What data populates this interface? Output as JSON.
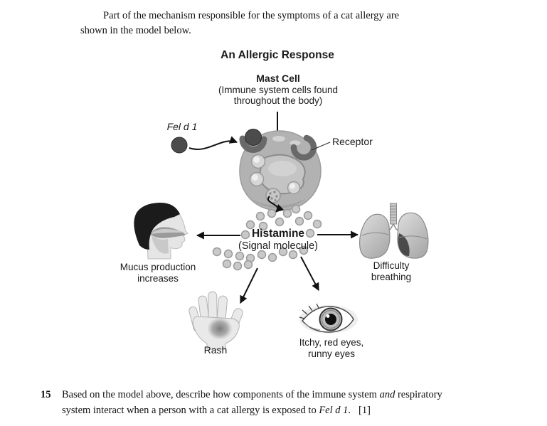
{
  "intro": {
    "line1": "Part of the mechanism responsible for the symptoms of a cat allergy are",
    "line2": "shown in the model below."
  },
  "diagram": {
    "title": "An Allergic Response",
    "mast_cell_title": "Mast Cell",
    "mast_cell_sub1": "(Immune system cells found",
    "mast_cell_sub2": "throughout the body)",
    "allergen_label": "Fel d 1",
    "receptor_label": "Receptor",
    "histamine_title": "Histamine",
    "histamine_sub": "(Signal molecule)",
    "effect_mucus_1": "Mucus production",
    "effect_mucus_2": "increases",
    "effect_breathing_1": "Difficulty",
    "effect_breathing_2": "breathing",
    "effect_rash": "Rash",
    "effect_eyes_1": "Itchy, red eyes,",
    "effect_eyes_2": "runny eyes"
  },
  "question": {
    "number": "15",
    "line1_a": "Based on the model above, describe how components of the immune system ",
    "line1_b": "and",
    "line1_c": " respiratory",
    "line2_a": "system interact when a person with a cat allergy is exposed to ",
    "line2_b": "Fel d 1",
    "line2_c": ".",
    "marks": "[1]"
  },
  "colors": {
    "arrow": "#111111",
    "cell_body": "#b2b2b2",
    "cell_nucleus": "#c4c4c4",
    "receptor": "#696969",
    "allergen": "#4c4c4c",
    "histamine_dot": "#c9c9c9",
    "histamine_dot_border": "#9a9a9a",
    "hair": "#1b1b1b",
    "skin": "#e5e5e5",
    "rash_patch": "#6f6f6f",
    "lung_dark_patch": "#4a4a4a"
  }
}
